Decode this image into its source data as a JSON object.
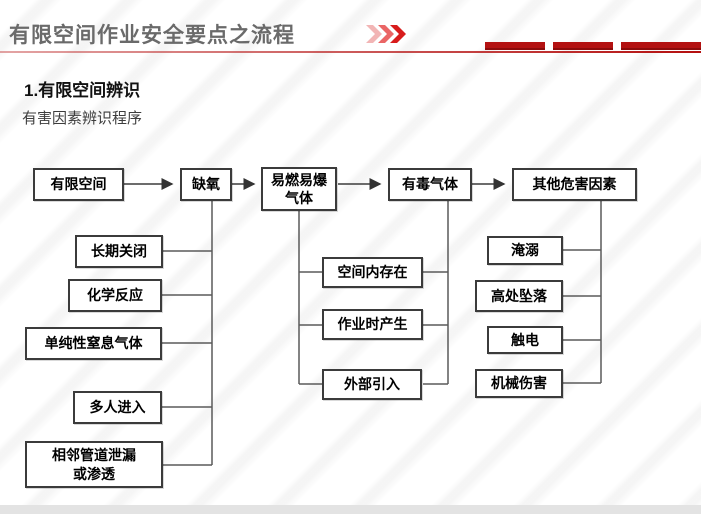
{
  "header": {
    "title": "有限空间作业安全要点之流程",
    "accent_color": "#b40f0f",
    "chevrons_icon": "triple-chevron-right"
  },
  "section": {
    "heading": "1.有限空间辨识",
    "subheading": "有害因素辨识程序"
  },
  "flow": {
    "type": "flowchart",
    "main": [
      "有限空间",
      "缺氧",
      "易燃易爆\n气体",
      "有毒气体",
      "其他危害因素"
    ],
    "oxygen_causes": [
      "长期关闭",
      "化学反应",
      "单纯性窒息气体",
      "多人进入",
      "相邻管道泄漏\n或渗透"
    ],
    "gas_sources": [
      "空间内存在",
      "作业时产生",
      "外部引入"
    ],
    "other_hazards": [
      "淹溺",
      "高处坠落",
      "触电",
      "机械伤害"
    ],
    "relations": {
      "main_chain": "有限空间 → 缺氧 → 易燃易爆气体 → 有毒气体 → 其他危害因素",
      "oxygen_causes_parent": "缺氧",
      "gas_sources_parents": "易燃易爆气体 / 有毒气体",
      "other_hazards_parent": "其他危害因素"
    }
  }
}
